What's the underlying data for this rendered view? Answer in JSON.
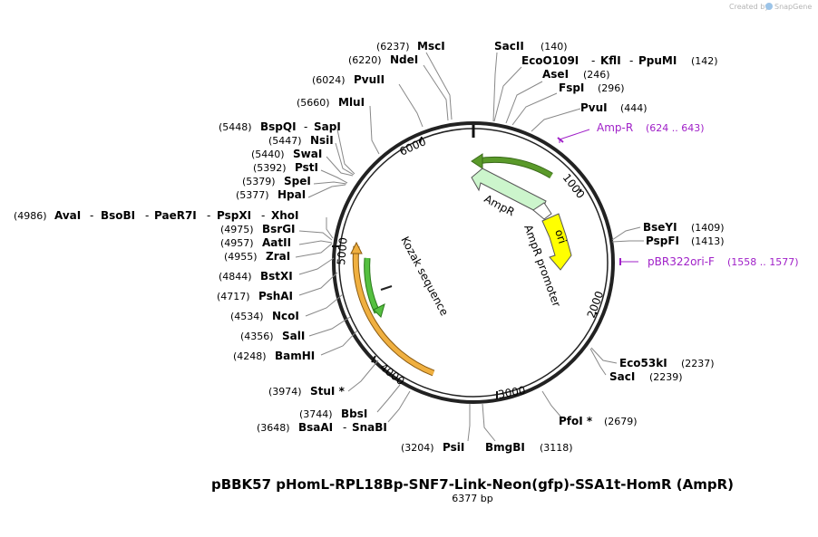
{
  "brand": {
    "prefix": "Created by",
    "name": "SnapGene"
  },
  "plasmid": {
    "name": "pBBK57 pHomL-RPL18Bp-SNF7-Link-Neon(gfp)-SSA1t-HomR (AmpR)",
    "length_label": "6377 bp",
    "length": 6377
  },
  "ticks": [
    "1000",
    "2000",
    "3000",
    "4000",
    "5000",
    "6000"
  ],
  "features": [
    {
      "label": "AmpR",
      "color": "#ccf5cc"
    },
    {
      "label": "AmpR promoter",
      "color": "#ffffff"
    },
    {
      "label": "ori",
      "color": "#ffff00"
    },
    {
      "label": "Kozak sequence",
      "color": "#000000"
    }
  ],
  "arcs": [
    {
      "name": "dark-green-arc",
      "color": "#5a9a2a"
    },
    {
      "name": "green-arc",
      "color": "#55c040"
    },
    {
      "name": "orange-arc",
      "color": "#f0b040"
    }
  ],
  "primers": [
    {
      "name": "Amp-R",
      "range": "(624 .. 643)"
    },
    {
      "name": "pBR322ori-F",
      "range": "(1558 .. 1577)"
    }
  ],
  "sites": [
    {
      "names": [
        "MscI"
      ],
      "pos": "(6237)"
    },
    {
      "names": [
        "NdeI"
      ],
      "pos": "(6220)"
    },
    {
      "names": [
        "PvuII"
      ],
      "pos": "(6024)"
    },
    {
      "names": [
        "MluI"
      ],
      "pos": "(5660)"
    },
    {
      "names": [
        "BspQI",
        "SapI"
      ],
      "pos": "(5448)"
    },
    {
      "names": [
        "NsiI"
      ],
      "pos": "(5447)"
    },
    {
      "names": [
        "SwaI"
      ],
      "pos": "(5440)"
    },
    {
      "names": [
        "PstI"
      ],
      "pos": "(5392)"
    },
    {
      "names": [
        "SpeI"
      ],
      "pos": "(5379)"
    },
    {
      "names": [
        "HpaI"
      ],
      "pos": "(5377)"
    },
    {
      "names": [
        "AvaI",
        "BsoBI",
        "PaeR7I",
        "PspXI",
        "XhoI"
      ],
      "pos": "(4986)"
    },
    {
      "names": [
        "BsrGI"
      ],
      "pos": "(4975)"
    },
    {
      "names": [
        "AatII"
      ],
      "pos": "(4957)"
    },
    {
      "names": [
        "ZraI"
      ],
      "pos": "(4955)"
    },
    {
      "names": [
        "BstXI"
      ],
      "pos": "(4844)"
    },
    {
      "names": [
        "PshAI"
      ],
      "pos": "(4717)"
    },
    {
      "names": [
        "NcoI"
      ],
      "pos": "(4534)"
    },
    {
      "names": [
        "SalI"
      ],
      "pos": "(4356)"
    },
    {
      "names": [
        "BamHI"
      ],
      "pos": "(4248)"
    },
    {
      "names": [
        "StuI *"
      ],
      "pos": "(3974)"
    },
    {
      "names": [
        "BbsI"
      ],
      "pos": "(3744)"
    },
    {
      "names": [
        "BsaAI",
        "SnaBI"
      ],
      "pos": "(3648)"
    },
    {
      "names": [
        "PsiI"
      ],
      "pos": "(3204)"
    },
    {
      "names": [
        "SacII"
      ],
      "pos": "(140)"
    },
    {
      "names": [
        "EcoO109I",
        "KflI",
        "PpuMI"
      ],
      "pos": "(142)"
    },
    {
      "names": [
        "AseI"
      ],
      "pos": "(246)"
    },
    {
      "names": [
        "FspI"
      ],
      "pos": "(296)"
    },
    {
      "names": [
        "PvuI"
      ],
      "pos": "(444)"
    },
    {
      "names": [
        "BseYI"
      ],
      "pos": "(1409)"
    },
    {
      "names": [
        "PspFI"
      ],
      "pos": "(1413)"
    },
    {
      "names": [
        "Eco53kI"
      ],
      "pos": "(2237)"
    },
    {
      "names": [
        "SacI"
      ],
      "pos": "(2239)"
    },
    {
      "names": [
        "PfoI *"
      ],
      "pos": "(2679)"
    },
    {
      "names": [
        "BmgBI"
      ],
      "pos": "(3118)"
    }
  ]
}
